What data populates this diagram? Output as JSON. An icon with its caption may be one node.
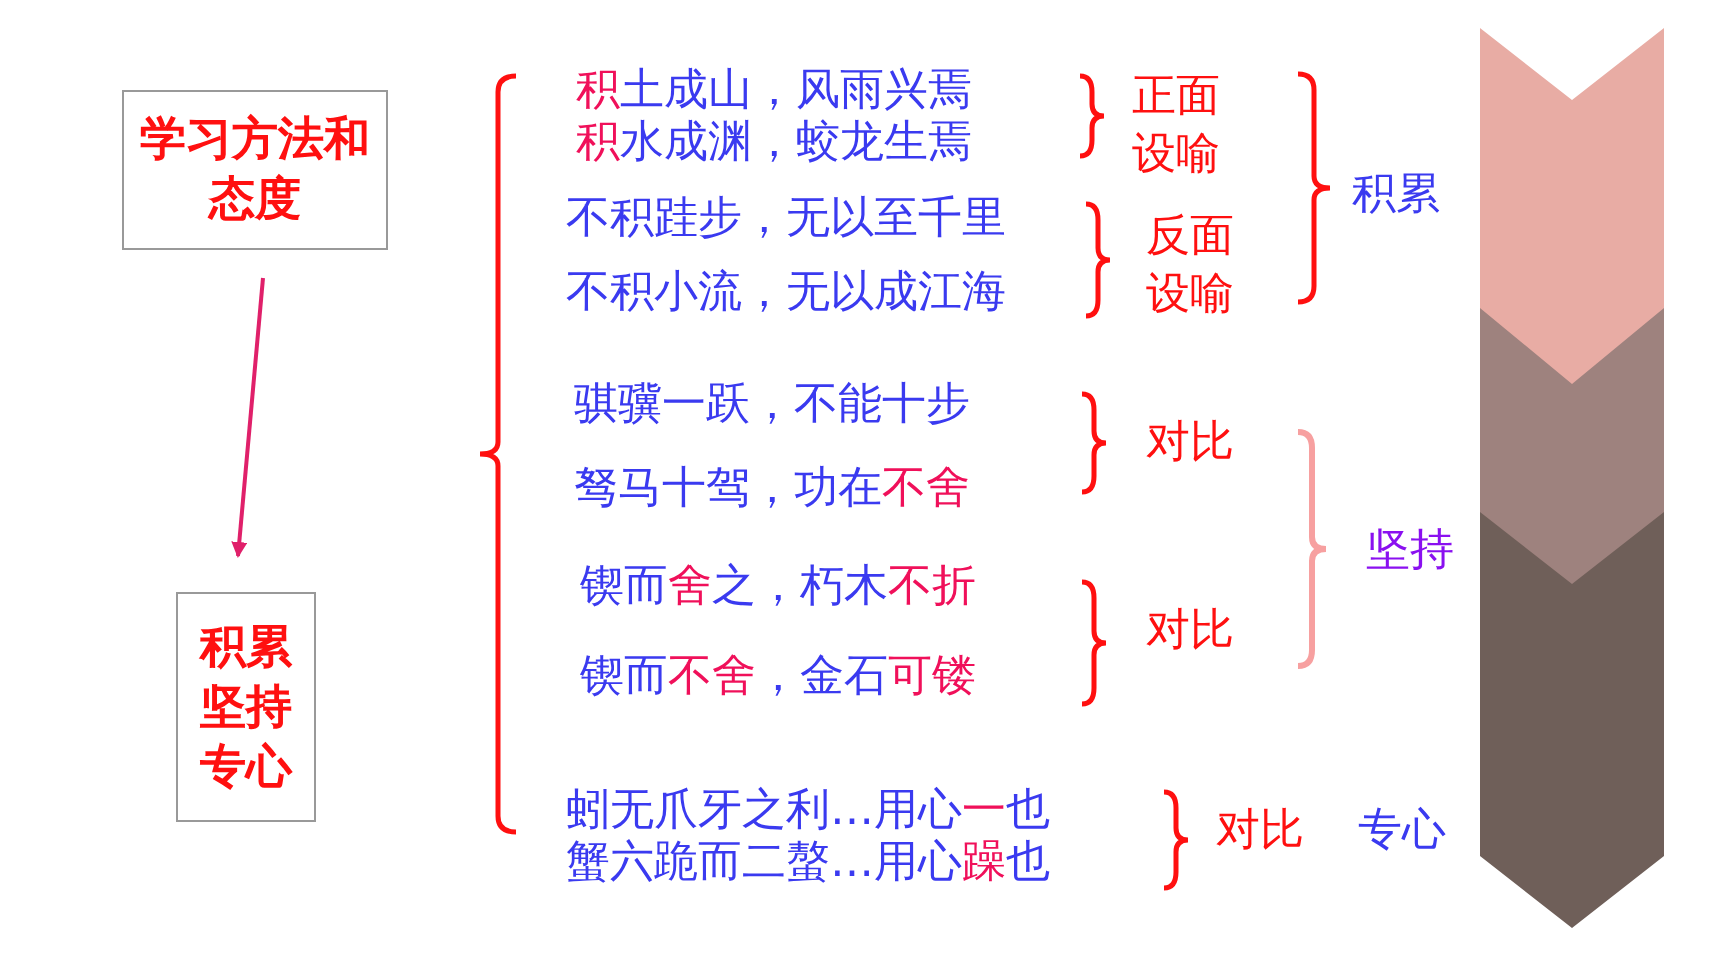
{
  "diagram": {
    "nodes": [
      {
        "text": [
          "学习方法和态度"
        ]
      },
      {
        "text": [
          "积累坚持专心"
        ]
      }
    ],
    "edges": [
      {
        "from": 0,
        "to": 1,
        "arrow": "to"
      }
    ],
    "labels": [
      "积土成山，风雨兴焉",
      "积水成渊，蛟龙生焉",
      "正面设喻",
      "不积跬步，无以至千里",
      "不积小流，无以成江海",
      "反面设喻",
      "积累",
      "骐骥一跃，不能十步",
      "驽马十驾，功在不舍",
      "对比",
      "锲而舍之，朽木不折",
      "锲而不舍，金石可镂",
      "对比",
      "坚持",
      "蚓无爪牙之利…用心一也",
      "蟹六跪而二螯…用心躁也",
      "对比",
      "专心"
    ]
  }
}
